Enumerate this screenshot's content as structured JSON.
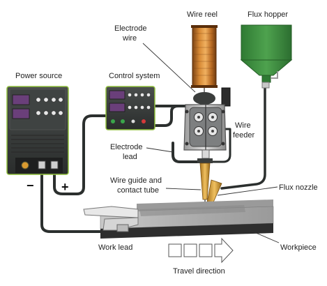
{
  "labels": {
    "wire_reel": "Wire reel",
    "flux_hopper": "Flux hopper",
    "electrode_wire_1": "Electrode",
    "electrode_wire_2": "wire",
    "power_source": "Power source",
    "control_system": "Control system",
    "wire_feeder_1": "Wire",
    "wire_feeder_2": "feeder",
    "electrode_lead_1": "Electrode",
    "electrode_lead_2": "lead",
    "wire_guide_1": "Wire guide and",
    "wire_guide_2": "contact tube",
    "flux_nozzle": "Flux nozzle",
    "work_lead": "Work lead",
    "workpiece": "Workpiece",
    "travel_direction": "Travel direction",
    "minus_sign": "−",
    "plus_sign": "+"
  },
  "colors": {
    "cable": "#2b2f2e",
    "machine_body": "#3a3d3c",
    "machine_trim": "#8fbf3c",
    "hopper_green": "#3d8b3d",
    "reel_copper": "#c8782a",
    "workpiece_top": "#b9b9b9",
    "workpiece_side": "#2e2e2e",
    "nozzle_brass": "#d9a641"
  }
}
